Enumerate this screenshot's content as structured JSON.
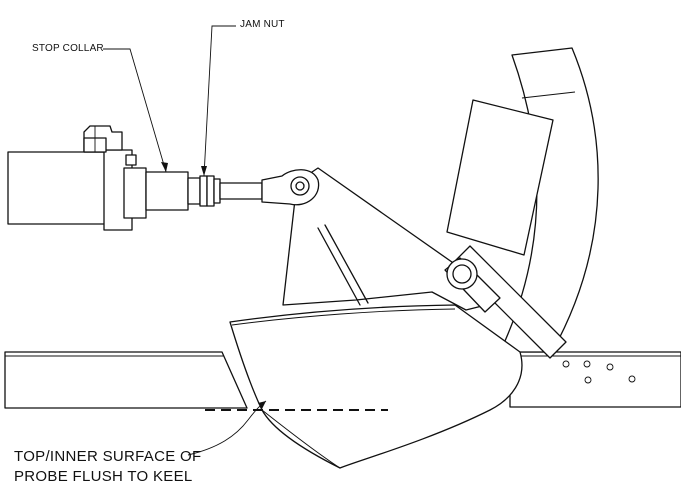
{
  "diagram": {
    "labels": {
      "stop_collar": "STOP COLLAR",
      "jam_nut": "JAM NUT",
      "note_line1": "TOP/INNER SURFACE OF",
      "note_line2": "PROBE FLUSH TO KEEL"
    }
  }
}
